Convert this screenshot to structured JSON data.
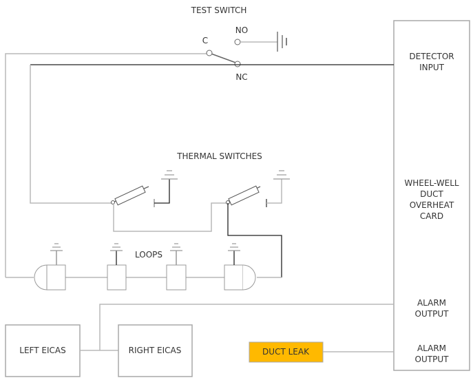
{
  "diagram": {
    "test_switch": {
      "title": "TEST SWITCH",
      "terminal_common": "C",
      "terminal_normally_open": "NO",
      "terminal_normally_closed": "NC"
    },
    "thermal_switches_label": "THERMAL SWITCHES",
    "loops_label": "LOOPS",
    "overheat_card": {
      "detector_input_lines": [
        "DETECTOR",
        "INPUT"
      ],
      "title_lines": [
        "WHEEL-WELL",
        "DUCT",
        "OVERHEAT",
        "CARD"
      ],
      "alarm_output_1_lines": [
        "ALARM",
        "OUTPUT"
      ],
      "alarm_output_2_lines": [
        "ALARM",
        "OUTPUT"
      ]
    },
    "left_eicas": "LEFT EICAS",
    "right_eicas": "RIGHT EICAS",
    "duct_leak": {
      "label": "DUCT LEAK",
      "color": "#FFB900"
    }
  }
}
